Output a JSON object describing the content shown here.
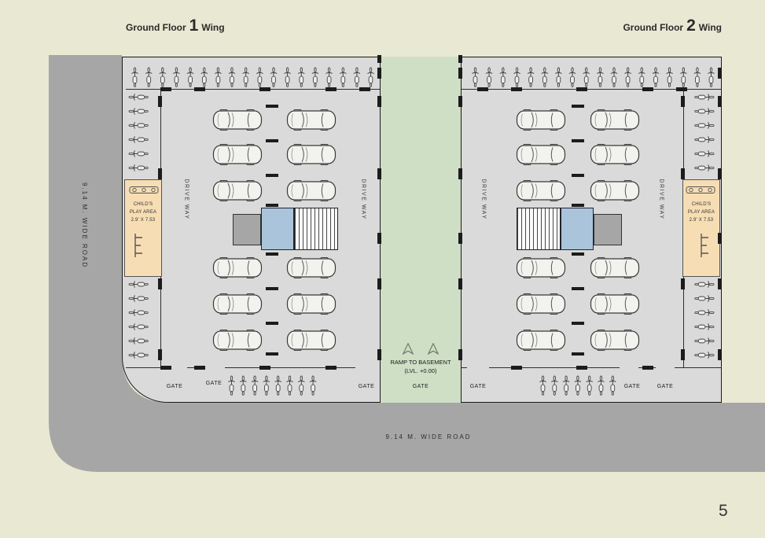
{
  "titles": {
    "wing1": {
      "prefix": "Ground Floor",
      "number": "1",
      "suffix": "Wing"
    },
    "wing2": {
      "prefix": "Ground Floor",
      "number": "2",
      "suffix": "Wing"
    }
  },
  "roads": {
    "left_label": "9.14 M.  WIDE  ROAD",
    "bottom_label": "9.14 M.  WIDE  ROAD"
  },
  "ramp": {
    "label_line1": "RAMP TO BASEMENT",
    "label_line2": "(LVL. +0.00)",
    "gate": "GATE"
  },
  "wing1": {
    "driveway_left": "DRIVE WAY",
    "driveway_right": "DRIVE WAY",
    "play_area": {
      "line1": "CHILD'S",
      "line2": "PLAY AREA",
      "line3": "2.9' X 7.53"
    },
    "gates": [
      "GATE",
      "GATE",
      "GATE"
    ]
  },
  "wing2": {
    "driveway_left": "DRIVE WAY",
    "driveway_right": "DRIVE WAY",
    "play_area": {
      "line1": "CHILD'S",
      "line2": "PLAY AREA",
      "line3": "2.9' X 7.53"
    },
    "gates": [
      "GATE",
      "GATE",
      "GATE"
    ]
  },
  "page_number": "5",
  "colors": {
    "background": "#e9e8d3",
    "road": "#a6a6a6",
    "plan": "#dadada",
    "ramp_green": "#cedfc6",
    "play_area": "#f6ddb4",
    "lift_blue": "#aac4db",
    "wall_black": "#1c1c1c"
  }
}
